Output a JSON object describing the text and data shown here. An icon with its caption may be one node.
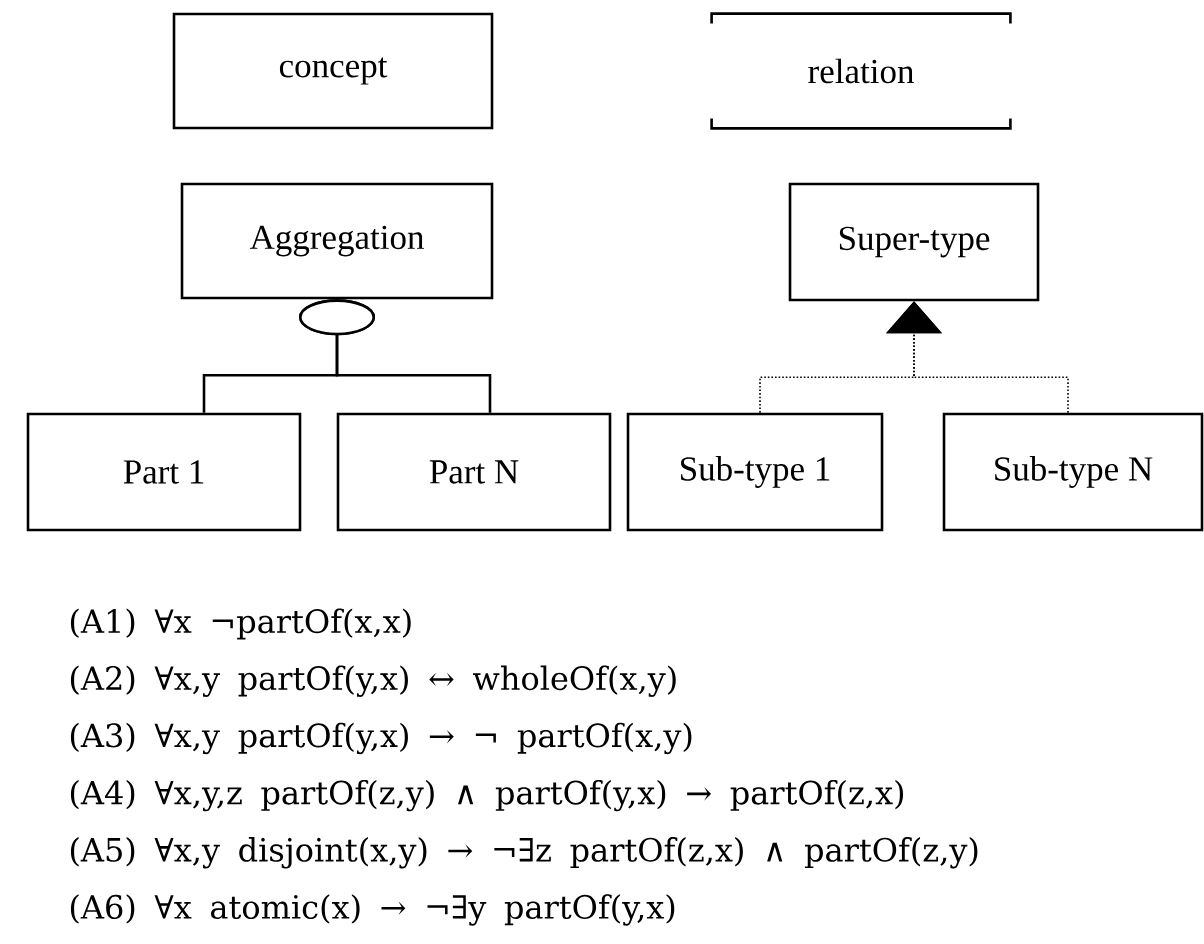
{
  "diagram": {
    "nodes": [
      {
        "text": [
          "concept"
        ]
      },
      {
        "text": [
          "relation"
        ]
      },
      {
        "text": [
          "Aggregation"
        ]
      },
      {
        "text": [
          "Part 1"
        ]
      },
      {
        "text": [
          "Part N"
        ]
      },
      {
        "text": [
          "Super-type"
        ]
      },
      {
        "text": [
          "Sub-type 1"
        ]
      },
      {
        "text": [
          "Sub-type N"
        ]
      }
    ],
    "edges": [
      {
        "from": 2,
        "to": 3,
        "arrow": "other"
      },
      {
        "from": 2,
        "to": 4,
        "arrow": "other"
      },
      {
        "from": 6,
        "to": 5,
        "arrow": "to",
        "style": "dashed"
      },
      {
        "from": 7,
        "to": 5,
        "arrow": "to",
        "style": "dashed"
      }
    ],
    "labels": [
      "(A1) ∀x ¬partOf(x,x)",
      "(A2) ∀x,y partOf(y,x) ↔ wholeOf(x,y)",
      "(A3) ∀x,y partOf(y,x) → ¬ partOf(x,y)",
      "(A4) ∀x,y,z partOf(z,y) ∧ partOf(y,x) → partOf(z,x)",
      "(A5) ∀x,y disjoint(x,y) → ¬∃z partOf(z,x) ∧ partOf(z,y)",
      "(A6) ∀x atomic(x) → ¬∃y partOf(y,x)"
    ]
  }
}
